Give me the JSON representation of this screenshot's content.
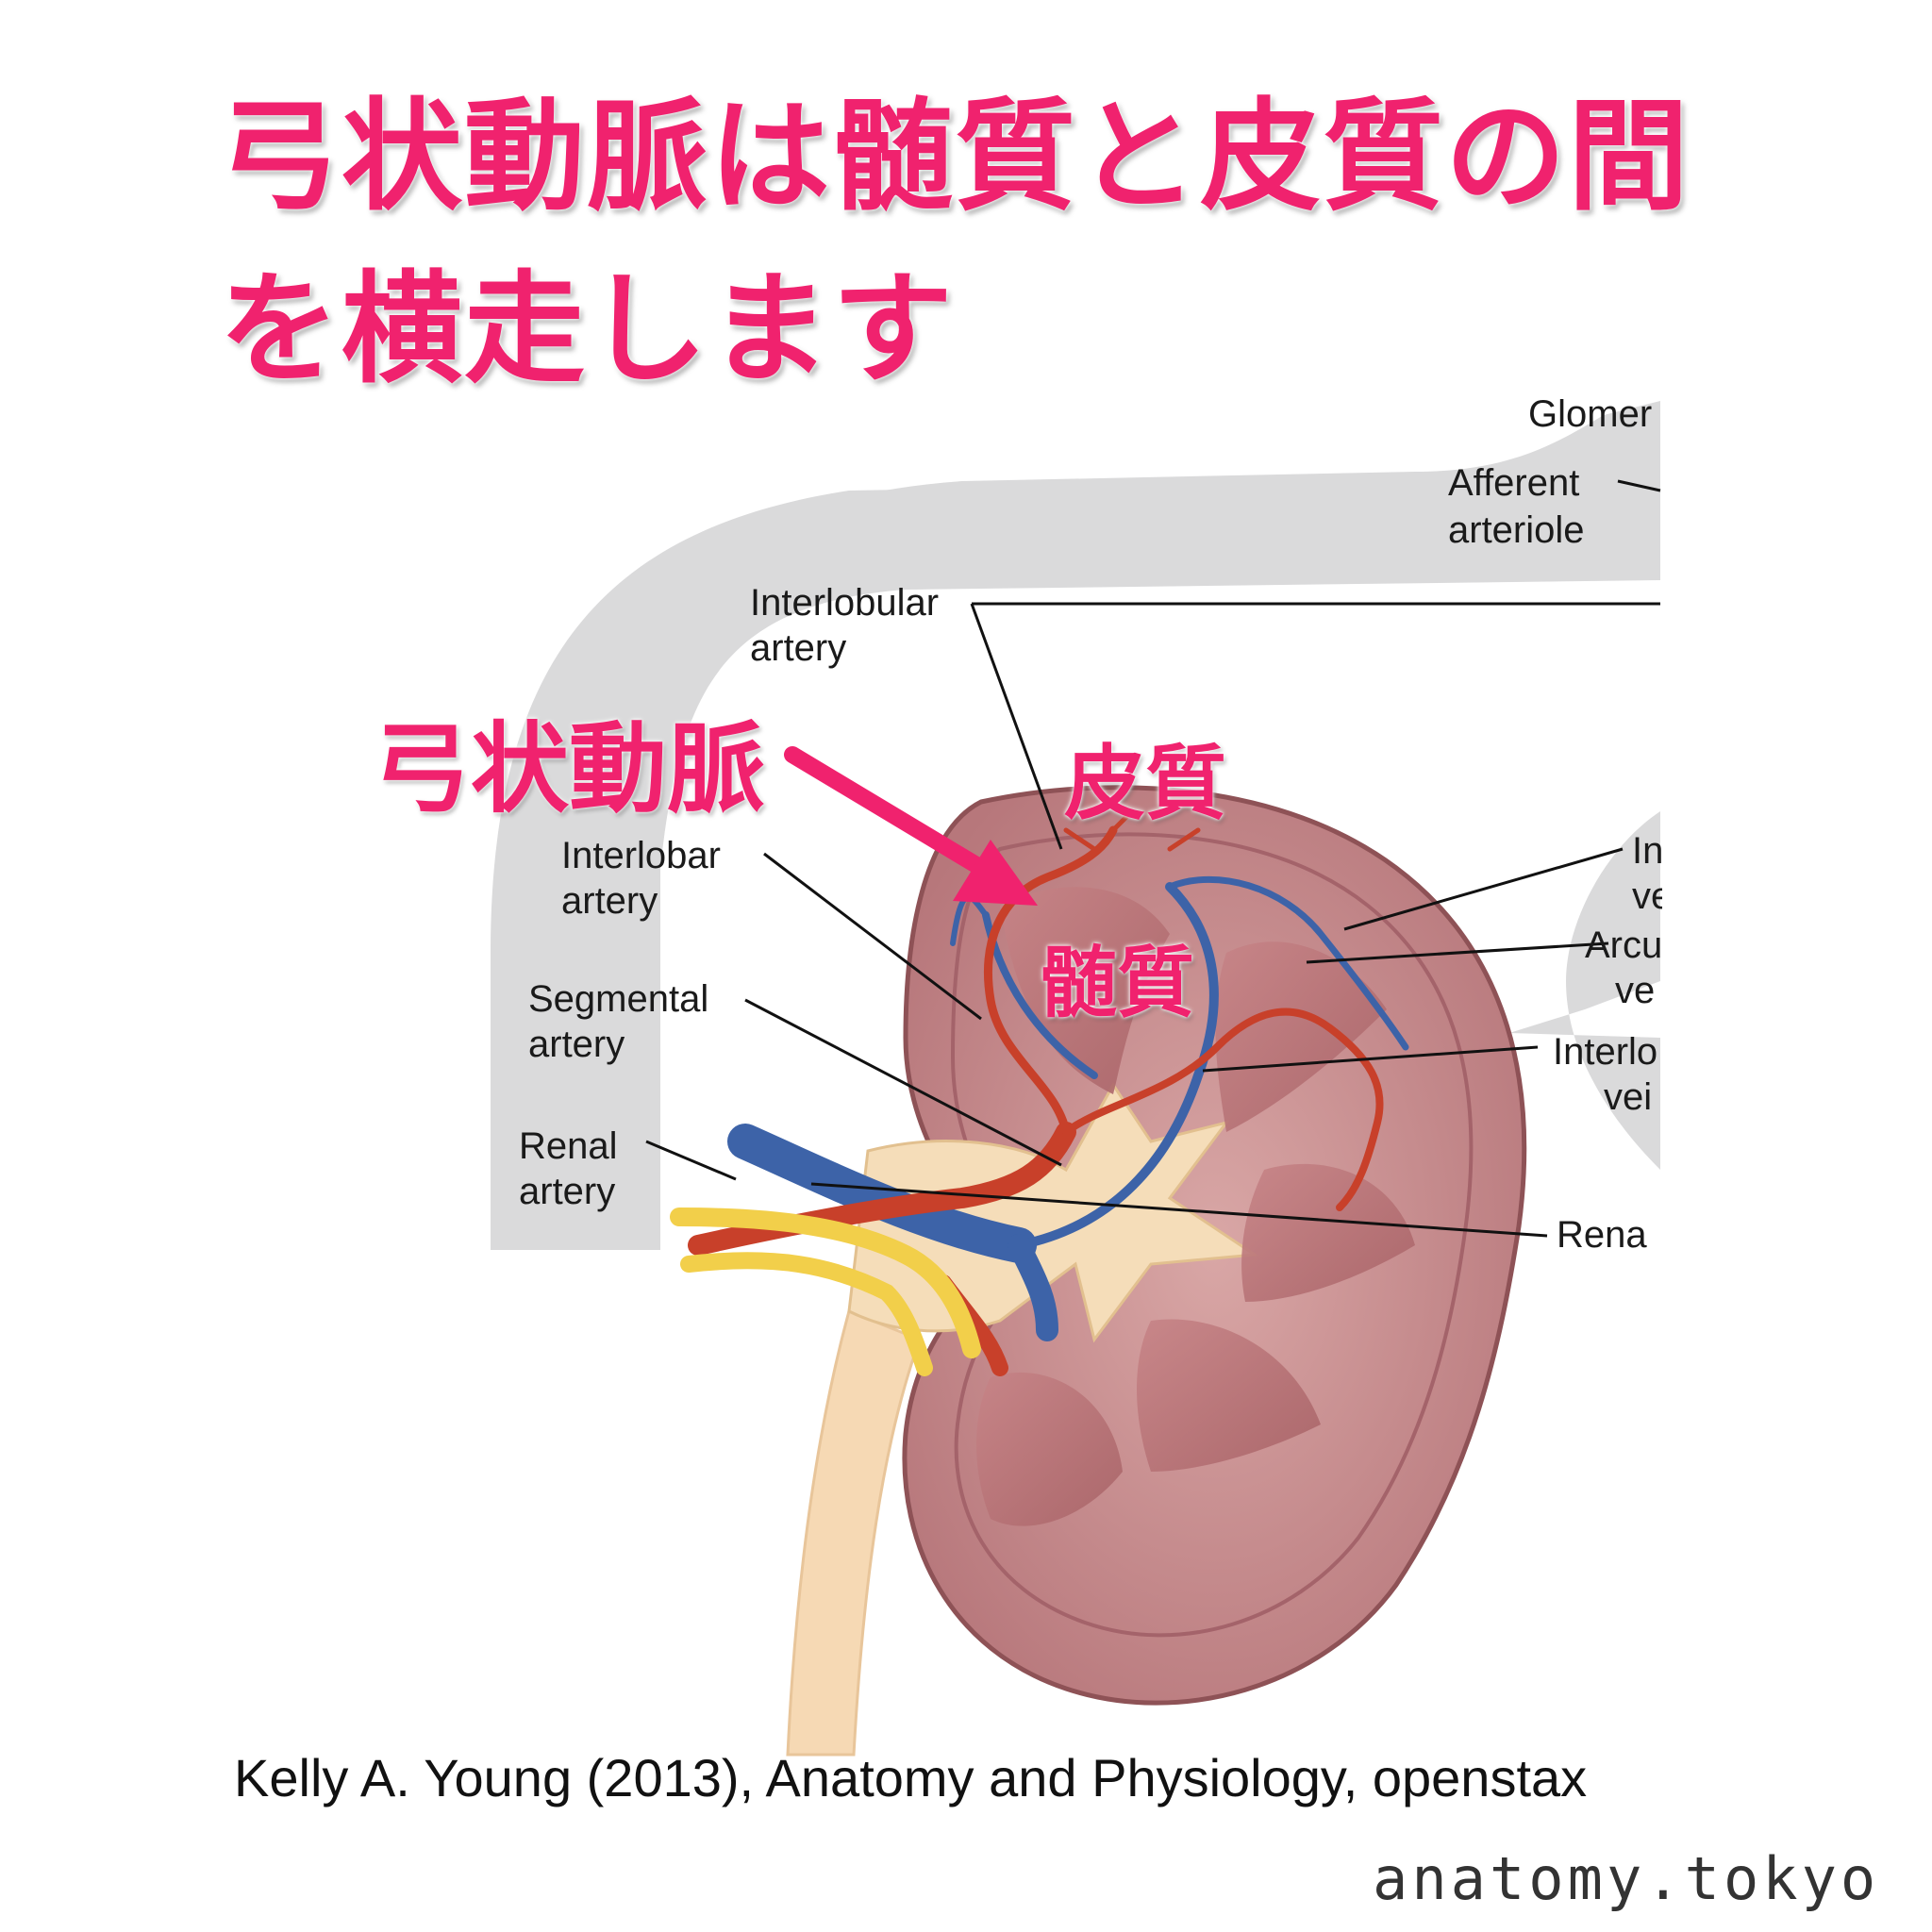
{
  "headline": {
    "line1": "弓状動脈は髄質と皮質の間",
    "line2": "を横走します"
  },
  "annotations": {
    "arcuate_artery": "弓状動脈",
    "cortex": "皮質",
    "medulla": "髄質"
  },
  "figure_labels": {
    "glomerulus": "Glomer",
    "afferent_1": "Afferent",
    "afferent_2": "arteriole",
    "interlobular_artery_1": "Interlobular",
    "interlobular_artery_2": "artery",
    "interlobar_artery_1": "Interlobar",
    "interlobar_artery_2": "artery",
    "segmental_artery_1": "Segmental",
    "segmental_artery_2": "artery",
    "renal_artery_1": "Renal",
    "renal_artery_2": "artery",
    "interlobar_vein_1": "In",
    "interlobar_vein_2": "ve",
    "arcuate_vein_1": "Arcu",
    "arcuate_vein_2": "ve",
    "interlobular_vein_1": "Interlo",
    "interlobular_vein_2": "vei",
    "renal_vein": "Rena"
  },
  "citation": "Kelly A. Young (2013), Anatomy and Physiology, openstax",
  "watermark": "anatomy.tokyo",
  "colors": {
    "accent_pink": "#f0226e",
    "artery_red": "#c8402a",
    "vein_blue": "#3d63a8",
    "ureter_yellow": "#f2cf4a",
    "kidney_pink": "#c98a8e",
    "band_gray": "#d9d9da"
  }
}
